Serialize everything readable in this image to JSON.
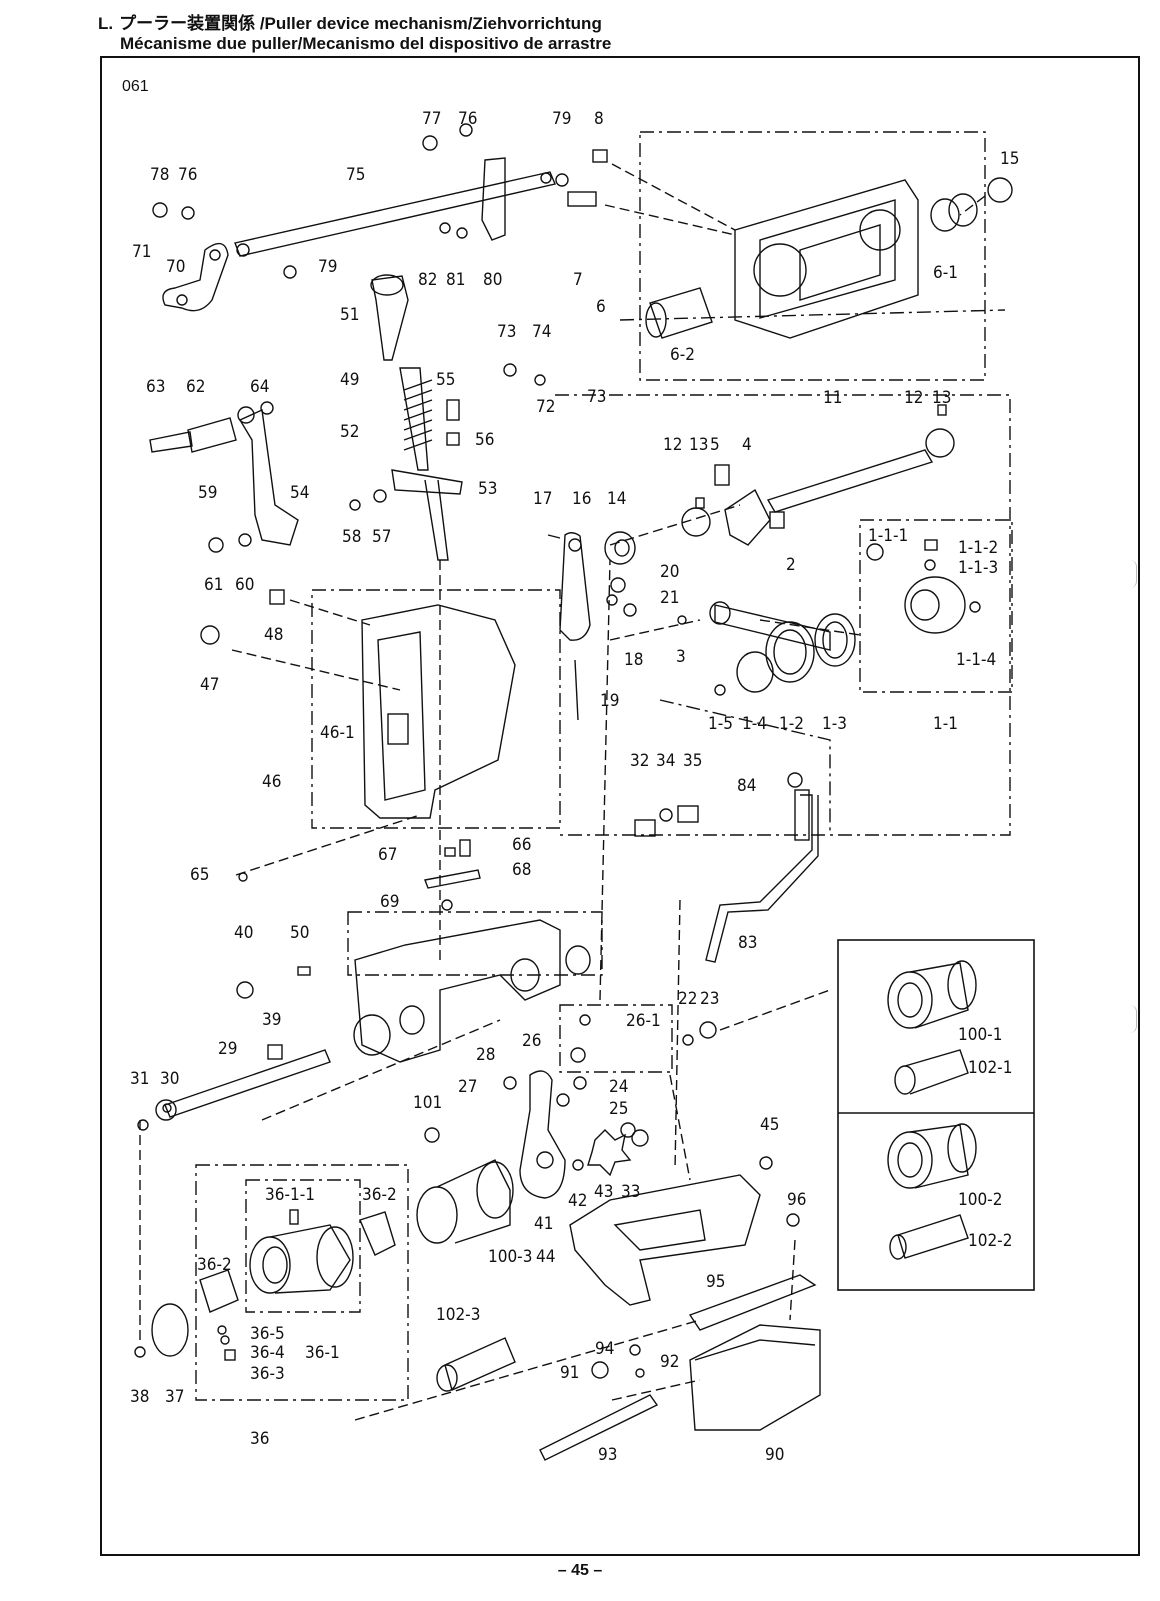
{
  "header": {
    "prefix": "L.",
    "title_line1": "プーラー装置関係 /Puller device mechanism/Ziehvorrichtung",
    "title_line2": "Mécanisme due puller/Mecanismo del dispositivo de arrastre"
  },
  "figure": {
    "number": "061"
  },
  "footer": {
    "page": "– 45 –"
  },
  "part_labels": [
    "77",
    "76",
    "79",
    "8",
    "15",
    "78",
    "76",
    "75",
    "71",
    "70",
    "79",
    "82",
    "81",
    "80",
    "7",
    "6",
    "6-1",
    "6-2",
    "51",
    "73",
    "74",
    "63",
    "62",
    "64",
    "49",
    "55",
    "72",
    "73",
    "52",
    "56",
    "11",
    "12",
    "13",
    "12",
    "13",
    "5",
    "4",
    "59",
    "54",
    "53",
    "17",
    "16",
    "14",
    "58",
    "57",
    "61",
    "60",
    "2",
    "1-1-1",
    "1-1-2",
    "1-1-3",
    "20",
    "21",
    "48",
    "18",
    "3",
    "47",
    "1-1-4",
    "19",
    "1-5",
    "1-4",
    "1-2",
    "1-3",
    "1-1",
    "46-1",
    "32",
    "34",
    "35",
    "84",
    "46",
    "66",
    "67",
    "65",
    "68",
    "69",
    "83",
    "40",
    "50",
    "39",
    "28",
    "22",
    "23",
    "26",
    "26-1",
    "29",
    "31",
    "30",
    "27",
    "24",
    "101",
    "25",
    "45",
    "42",
    "43",
    "33",
    "41",
    "96",
    "36-1-1",
    "36-2",
    "100-3",
    "44",
    "36-2",
    "95",
    "102-3",
    "36-5",
    "36-4",
    "36-1",
    "36-3",
    "94",
    "92",
    "91",
    "38",
    "37",
    "36",
    "93",
    "90",
    "100-1",
    "102-1",
    "100-2",
    "102-2"
  ]
}
